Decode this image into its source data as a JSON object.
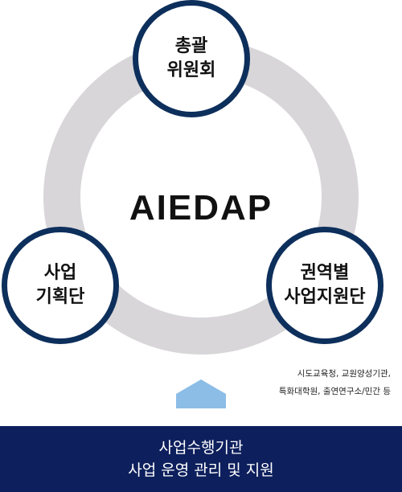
{
  "diagram": {
    "center_title": "AIEDAP",
    "nodes": {
      "top": {
        "line1": "총괄",
        "line2": "위원회"
      },
      "left": {
        "line1": "사업",
        "line2": "기획단"
      },
      "right": {
        "line1": "권역별",
        "line2": "사업지원단"
      }
    },
    "right_note": {
      "line1": "시도교육청, 교원양성기관,",
      "line2": "특화대학원, 출연연구소/민간 등"
    },
    "bottom_box": {
      "line1": "사업수행기관",
      "line2": "사업 운영 관리 및 지원"
    }
  },
  "colors": {
    "ring": "#d8d6d9",
    "node_border": "#0d2f5c",
    "bottom_box": "#0d1f5c",
    "arrow": "#8bbde6"
  }
}
